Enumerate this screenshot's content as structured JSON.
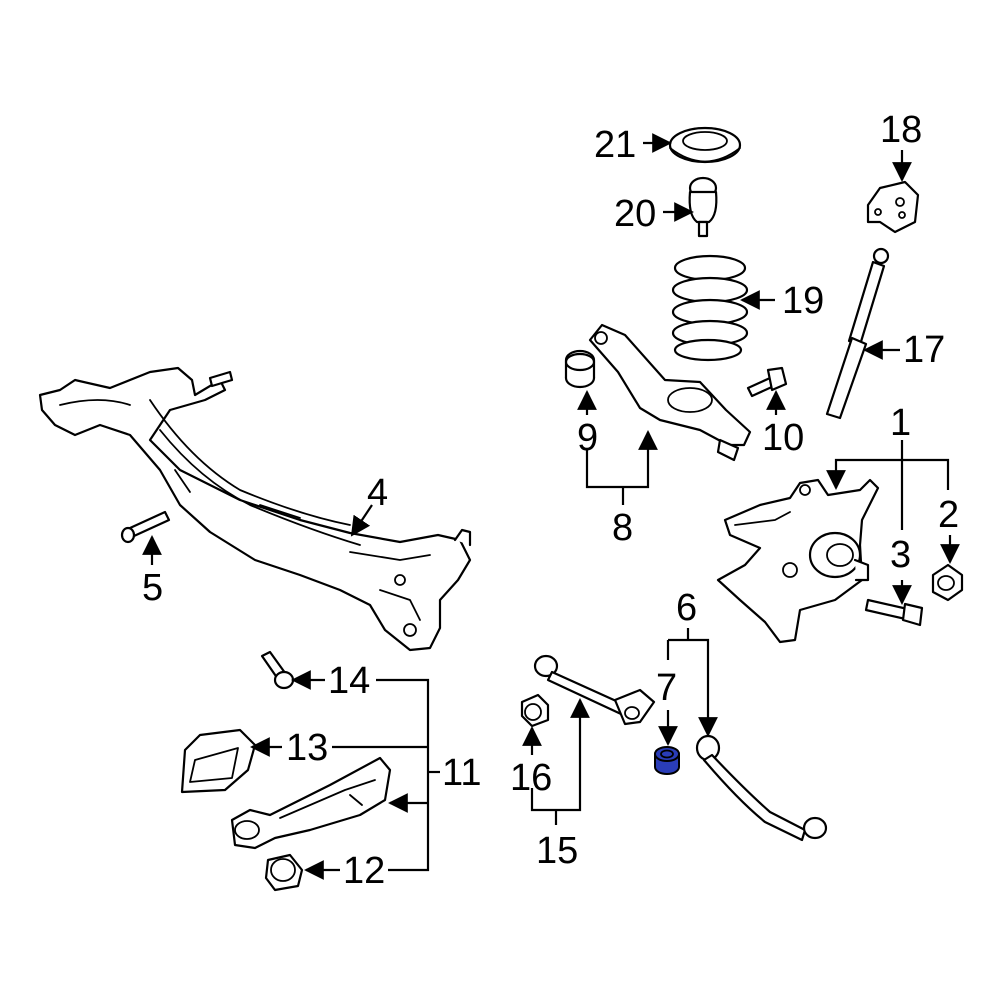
{
  "callouts": {
    "c1": "1",
    "c2": "2",
    "c3": "3",
    "c4": "4",
    "c5": "5",
    "c6": "6",
    "c7": "7",
    "c8": "8",
    "c9": "9",
    "c10": "10",
    "c11": "11",
    "c12": "12",
    "c13": "13",
    "c14": "14",
    "c15": "15",
    "c16": "16",
    "c17": "17",
    "c18": "18",
    "c19": "19",
    "c20": "20",
    "c21": "21"
  },
  "highlight_color": "#2a3db8",
  "highlighted_part": "7"
}
